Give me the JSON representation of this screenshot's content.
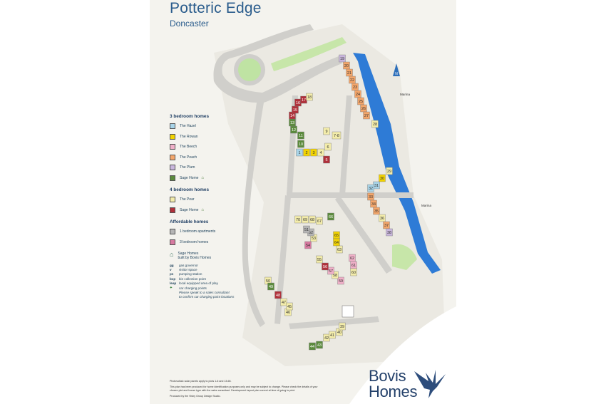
{
  "header": {
    "title": "Potteric Edge",
    "subtitle": "Doncaster"
  },
  "legend": {
    "three_bed": {
      "heading": "3 bedroom homes",
      "items": [
        {
          "label": "The Hazel",
          "color": "#a8d4e8"
        },
        {
          "label": "The Rowan",
          "color": "#f2d300"
        },
        {
          "label": "The Beech",
          "color": "#f0b0c8"
        },
        {
          "label": "The Peach",
          "color": "#f4a66a"
        },
        {
          "label": "The Plum",
          "color": "#c9b6dc"
        },
        {
          "label": "Sage Home",
          "color": "#5b8a3c"
        }
      ]
    },
    "four_bed": {
      "heading": "4 bedroom homes",
      "items": [
        {
          "label": "The Pear",
          "color": "#f3ecaa"
        },
        {
          "label": "Sage Home",
          "color": "#b0303a"
        }
      ]
    },
    "affordable": {
      "heading": "Affordable homes",
      "items": [
        {
          "label": "1 bedroom apartments",
          "color": "#b5b5b5"
        },
        {
          "label": "3 bedroom homes",
          "color": "#d77aa0"
        }
      ]
    },
    "sage_note": {
      "line1": "Sage Homes",
      "line2": "built by Bovis Homes"
    },
    "abbreviations": [
      {
        "key": "gg",
        "text": "gas governor"
      },
      {
        "key": "v",
        "text": "visitor space"
      },
      {
        "key": "ps",
        "text": "pumping station"
      },
      {
        "key": "bcp",
        "text": "bin collection point"
      },
      {
        "key": "leap",
        "text": "local equipped area of play"
      }
    ],
    "car_charging": {
      "label": "car charging points",
      "note1": "Please speak to a sales consultant",
      "note2": "to confirm car charging point locations"
    }
  },
  "map": {
    "north_label": "N",
    "marina_labels": [
      "Marina",
      "Marina"
    ],
    "plots": [
      {
        "n": "19",
        "c": "#c9b6dc"
      },
      {
        "n": "20",
        "c": "#f4a66a"
      },
      {
        "n": "21",
        "c": "#f4a66a"
      },
      {
        "n": "22",
        "c": "#f4a66a"
      },
      {
        "n": "23",
        "c": "#f4a66a"
      },
      {
        "n": "24",
        "c": "#f4a66a"
      },
      {
        "n": "25",
        "c": "#f4a66a"
      },
      {
        "n": "26",
        "c": "#f4a66a"
      },
      {
        "n": "27",
        "c": "#f4a66a"
      },
      {
        "n": "28",
        "c": "#f3ecaa"
      },
      {
        "n": "29",
        "c": "#f3ecaa"
      },
      {
        "n": "30",
        "c": "#f2d300"
      },
      {
        "n": "31",
        "c": "#a8d4e8"
      },
      {
        "n": "32",
        "c": "#a8d4e8"
      },
      {
        "n": "33",
        "c": "#f4a66a"
      },
      {
        "n": "34",
        "c": "#f4a66a"
      },
      {
        "n": "35",
        "c": "#f4a66a"
      },
      {
        "n": "36",
        "c": "#f3ecaa"
      },
      {
        "n": "37",
        "c": "#f4a66a"
      },
      {
        "n": "38",
        "c": "#c9b6dc"
      },
      {
        "n": "1",
        "c": "#a8d4e8"
      },
      {
        "n": "2",
        "c": "#f2d300"
      },
      {
        "n": "3",
        "c": "#f2d300"
      },
      {
        "n": "4",
        "c": "#f3ecaa"
      },
      {
        "n": "5",
        "c": "#b0303a"
      },
      {
        "n": "6",
        "c": "#f3ecaa"
      },
      {
        "n": "7-8",
        "c": "#f3ecaa"
      },
      {
        "n": "9",
        "c": "#f3ecaa"
      },
      {
        "n": "10",
        "c": "#5b8a3c"
      },
      {
        "n": "11",
        "c": "#5b8a3c"
      },
      {
        "n": "12",
        "c": "#5b8a3c"
      },
      {
        "n": "13",
        "c": "#5b8a3c"
      },
      {
        "n": "14",
        "c": "#b0303a"
      },
      {
        "n": "15",
        "c": "#b0303a"
      },
      {
        "n": "16",
        "c": "#b0303a"
      },
      {
        "n": "17",
        "c": "#b0303a"
      },
      {
        "n": "18",
        "c": "#f3ecaa"
      },
      {
        "n": "70",
        "c": "#f3ecaa"
      },
      {
        "n": "69",
        "c": "#f3ecaa"
      },
      {
        "n": "68",
        "c": "#f3ecaa"
      },
      {
        "n": "67",
        "c": "#f3ecaa"
      },
      {
        "n": "66",
        "c": "#5b8a3c"
      },
      {
        "n": "65",
        "c": "#f2d300"
      },
      {
        "n": "64",
        "c": "#f2d300"
      },
      {
        "n": "63",
        "c": "#f3ecaa"
      },
      {
        "n": "62",
        "c": "#f0b0c8"
      },
      {
        "n": "61",
        "c": "#f0b0c8"
      },
      {
        "n": "60",
        "c": "#f3ecaa"
      },
      {
        "n": "59",
        "c": "#f0b0c8"
      },
      {
        "n": "58",
        "c": "#f3ecaa"
      },
      {
        "n": "57",
        "c": "#f0b0c8"
      },
      {
        "n": "56",
        "c": "#b0303a"
      },
      {
        "n": "55",
        "c": "#f3ecaa"
      },
      {
        "n": "54",
        "c": "#d77aa0"
      },
      {
        "n": "53",
        "c": "#f3ecaa"
      },
      {
        "n": "52",
        "c": "#b5b5b5"
      },
      {
        "n": "51",
        "c": "#b5b5b5"
      },
      {
        "n": "50",
        "c": "#f3ecaa"
      },
      {
        "n": "49",
        "c": "#5b8a3c"
      },
      {
        "n": "48",
        "c": "#b0303a"
      },
      {
        "n": "47",
        "c": "#f3ecaa"
      },
      {
        "n": "46",
        "c": "#f3ecaa"
      },
      {
        "n": "45",
        "c": "#f3ecaa"
      },
      {
        "n": "44",
        "c": "#5b8a3c"
      },
      {
        "n": "43",
        "c": "#5b8a3c"
      },
      {
        "n": "42",
        "c": "#f3ecaa"
      },
      {
        "n": "41",
        "c": "#f3ecaa"
      },
      {
        "n": "40",
        "c": "#f3ecaa"
      },
      {
        "n": "39",
        "c": "#f3ecaa"
      }
    ]
  },
  "footer": {
    "line1": "Photovoltaic solar panels apply to plots 1-6 and 13-65.",
    "line2": "This plan has been produced for home identification purposes only and may be subject to change. Please check the details of your",
    "line3": "chosen plot and house type with the sales consultant. Development layout plan correct at time of going to print.",
    "line4": "Produced by the Vistry Group Design Studio."
  },
  "brand": {
    "word1": "Bovis",
    "word2": "Homes"
  }
}
